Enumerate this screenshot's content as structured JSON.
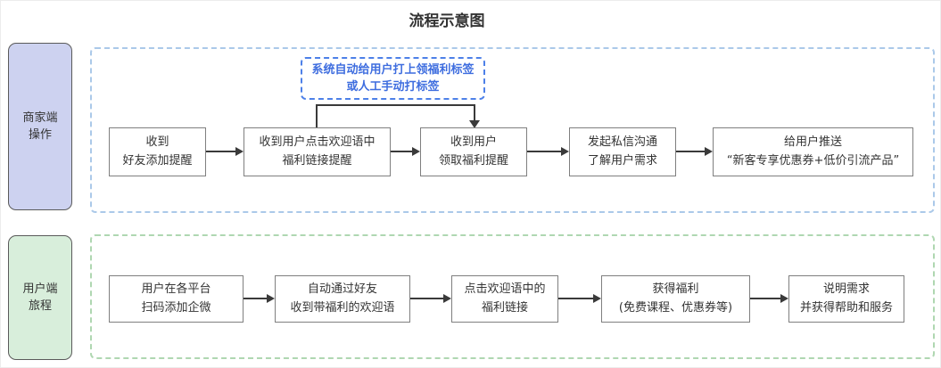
{
  "title": "流程示意图",
  "callout": {
    "text": "系统自动给用户打上领福利标签\n或人工手动打标签"
  },
  "lanes": [
    {
      "label": "商家端\n操作",
      "steps": [
        {
          "text": "收到\n好友添加提醒"
        },
        {
          "text": "收到用户点击欢迎语中\n福利链接提醒"
        },
        {
          "text": "收到用户\n领取福利提醒"
        },
        {
          "text": "发起私信沟通\n了解用户需求"
        },
        {
          "text": "给用户推送\n“新客专享优惠券+低价引流产品”"
        }
      ]
    },
    {
      "label": "用户端\n旅程",
      "steps": [
        {
          "text": "用户在各平台\n扫码添加企微"
        },
        {
          "text": "自动通过好友\n收到带福利的欢迎语"
        },
        {
          "text": "点击欢迎语中的\n福利链接"
        },
        {
          "text": "获得福利\n(免费课程、优惠券等)"
        },
        {
          "text": "说明需求\n并获得帮助和服务"
        }
      ]
    }
  ],
  "colors": {
    "merchant_lane_fill": "#cdd2f0",
    "user_lane_fill": "#d8eedb",
    "merchant_dash_border": "#abc9e9",
    "user_dash_border": "#afd7b1",
    "callout_blue": "#4d80e8",
    "node_border": "#7f7f7f",
    "arrow": "#3a3a3a",
    "text": "#333333"
  }
}
